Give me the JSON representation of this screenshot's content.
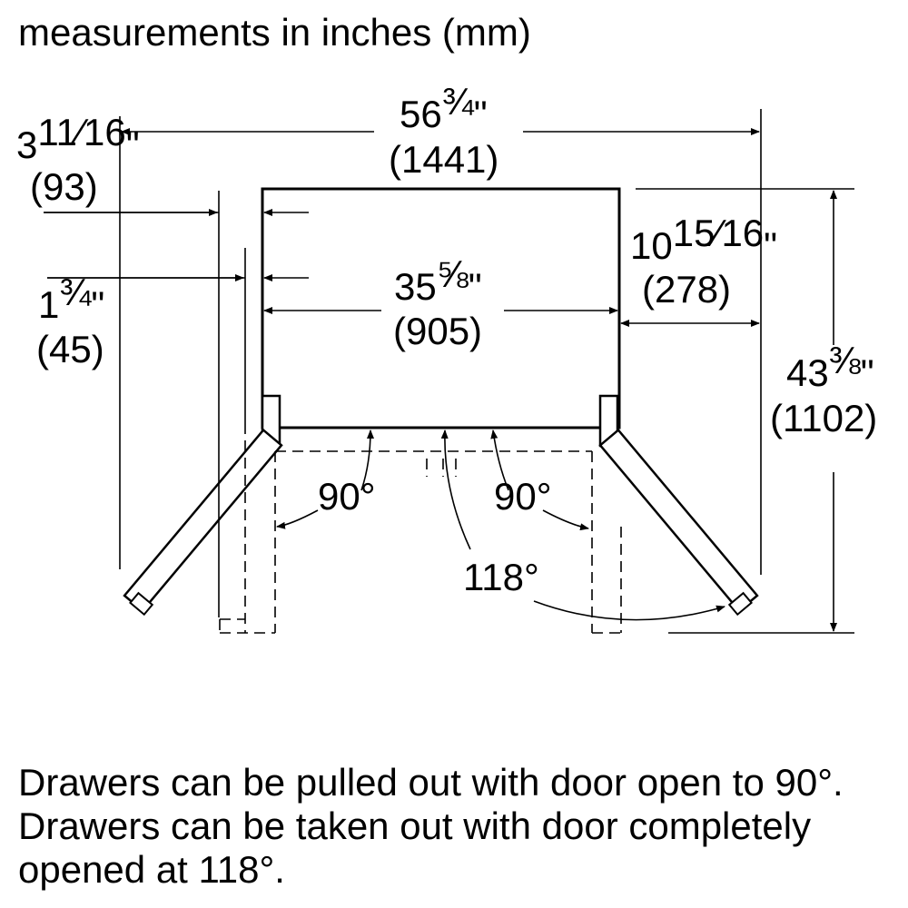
{
  "heading": "measurements in inches (mm)",
  "colors": {
    "line": "#000000",
    "background": "#ffffff"
  },
  "dimensions": {
    "overall_width": {
      "whole": "56",
      "fraction": "¾",
      "mm": "(1441)"
    },
    "cabinet_width": {
      "whole": "35",
      "fraction": "⅝",
      "mm": "(905)"
    },
    "door_clearance": {
      "whole": "3",
      "fraction": "11⁄16",
      "mm": "(93)"
    },
    "side_gap": {
      "whole": "1",
      "fraction": "¾",
      "mm": "(45)"
    },
    "door_swing_extension": {
      "whole": "10",
      "fraction": "15⁄16",
      "mm": "(278)"
    },
    "overall_depth": {
      "whole": "43",
      "fraction": "⅜",
      "mm": "(1102)"
    }
  },
  "angles": {
    "left_open": "90°",
    "right_open": "90°",
    "full_open": "118°"
  },
  "note": "Drawers can be pulled out with door open to 90°. Drawers can be taken out with door completely opened at 118°."
}
